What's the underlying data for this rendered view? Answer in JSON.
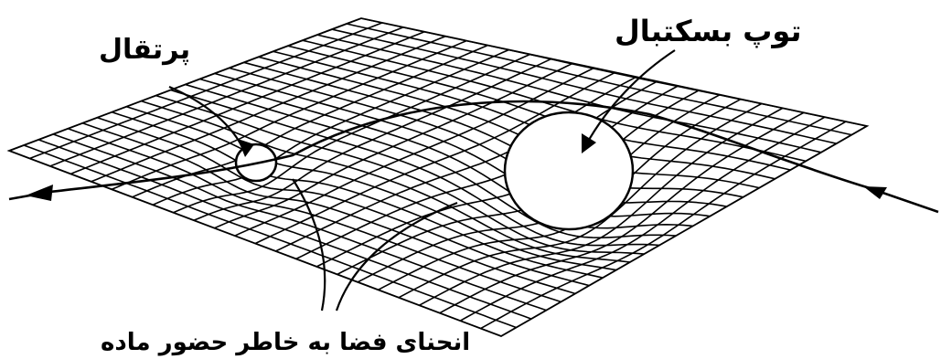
{
  "labels": {
    "orange": "پرتقال",
    "basketball": "توپ بسکتبال",
    "space_curvature": "انحنای فضا به خاطر حضور ماده"
  },
  "colors": {
    "ink": "#000000",
    "background": "#ffffff"
  }
}
